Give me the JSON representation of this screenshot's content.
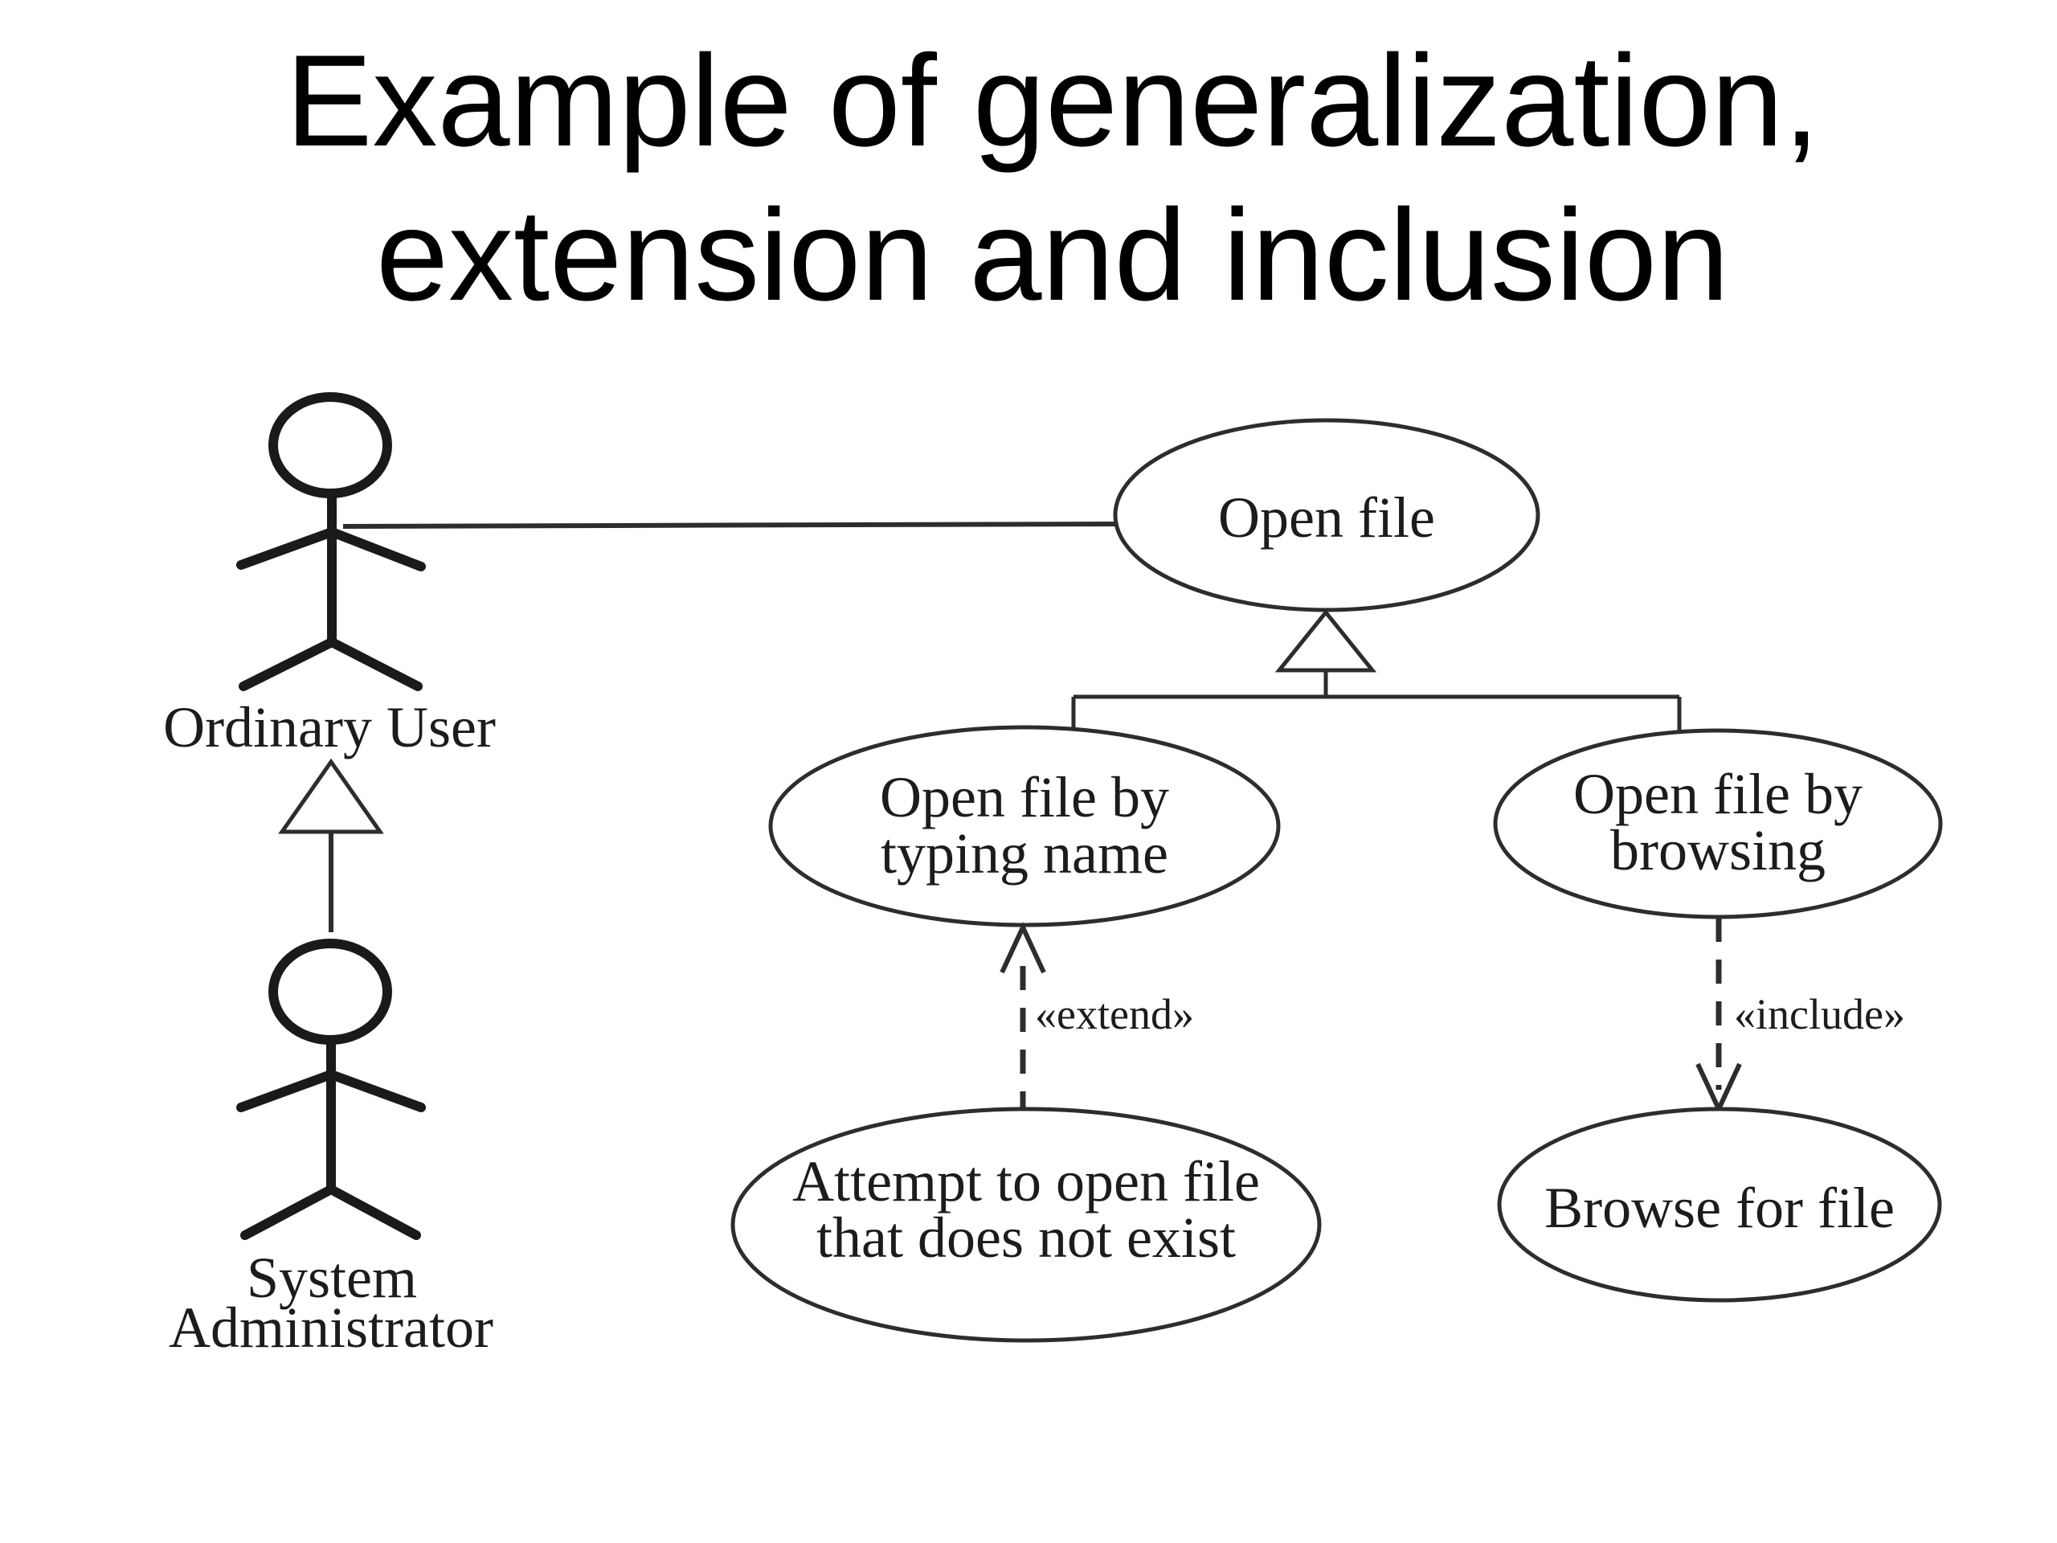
{
  "title": {
    "line1": "Example of generalization,",
    "line2": "extension and inclusion"
  },
  "actors": [
    {
      "id": "ordinary-user",
      "label_lines": [
        "Ordinary User"
      ]
    },
    {
      "id": "system-administrator",
      "label_lines": [
        "System",
        "Administrator"
      ]
    }
  ],
  "use_cases": [
    {
      "id": "open-file",
      "label_lines": [
        "Open file"
      ]
    },
    {
      "id": "open-file-by-typing-name",
      "label_lines": [
        "Open file by",
        "typing name"
      ]
    },
    {
      "id": "open-file-by-browsing",
      "label_lines": [
        "Open file by",
        "browsing"
      ]
    },
    {
      "id": "attempt-to-open-file-that-does-not-exist",
      "label_lines": [
        "Attempt to open file",
        "that does not exist"
      ]
    },
    {
      "id": "browse-for-file",
      "label_lines": [
        "Browse for file"
      ]
    }
  ],
  "relationships": [
    {
      "type": "association",
      "from": "ordinary-user",
      "to": "open-file"
    },
    {
      "type": "generalization",
      "from": "system-administrator",
      "to": "ordinary-user"
    },
    {
      "type": "generalization",
      "from": "open-file-by-typing-name",
      "to": "open-file"
    },
    {
      "type": "generalization",
      "from": "open-file-by-browsing",
      "to": "open-file"
    },
    {
      "type": "extend",
      "from": "attempt-to-open-file-that-does-not-exist",
      "to": "open-file-by-typing-name",
      "label": "«extend»"
    },
    {
      "type": "include",
      "from": "open-file-by-browsing",
      "to": "browse-for-file",
      "label": "«include»"
    }
  ],
  "colors": {
    "background": "#ffffff",
    "line": "#2d2d2d",
    "actor_line": "#1a1a1a",
    "text": "#1c1c1c",
    "title_text": "#000000"
  }
}
